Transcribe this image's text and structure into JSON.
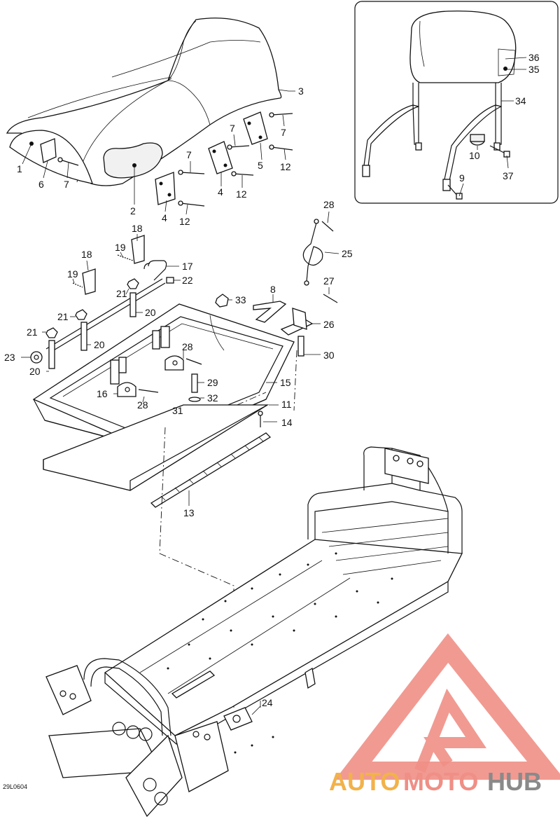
{
  "figure_code": "29L0604",
  "logo": {
    "part1": "AUTO",
    "part2": "MOTO",
    "part3": "HUB"
  },
  "callouts": {
    "c1": "1",
    "c2": "2",
    "c3": "3",
    "c4a": "4",
    "c4b": "4",
    "c5": "5",
    "c6": "6",
    "c7a": "7",
    "c7b": "7",
    "c7c": "7",
    "c7d": "7",
    "c8": "8",
    "c9": "9",
    "c10": "10",
    "c11": "11",
    "c12a": "12",
    "c12b": "12",
    "c12c": "12",
    "c13": "13",
    "c14": "14",
    "c15": "15",
    "c16": "16",
    "c17": "17",
    "c18a": "18",
    "c18b": "18",
    "c19a": "19",
    "c19b": "19",
    "c20a": "20",
    "c20b": "20",
    "c20c": "20",
    "c21a": "21",
    "c21b": "21",
    "c21c": "21",
    "c22": "22",
    "c23": "23",
    "c24": "24",
    "c25": "25",
    "c26": "26",
    "c27": "27",
    "c28a": "28",
    "c28b": "28",
    "c28c": "28",
    "c29": "29",
    "c30": "30",
    "c31": "31",
    "c32": "32",
    "c33": "33",
    "c34": "34",
    "c35": "35",
    "c36": "36",
    "c37": "37"
  }
}
